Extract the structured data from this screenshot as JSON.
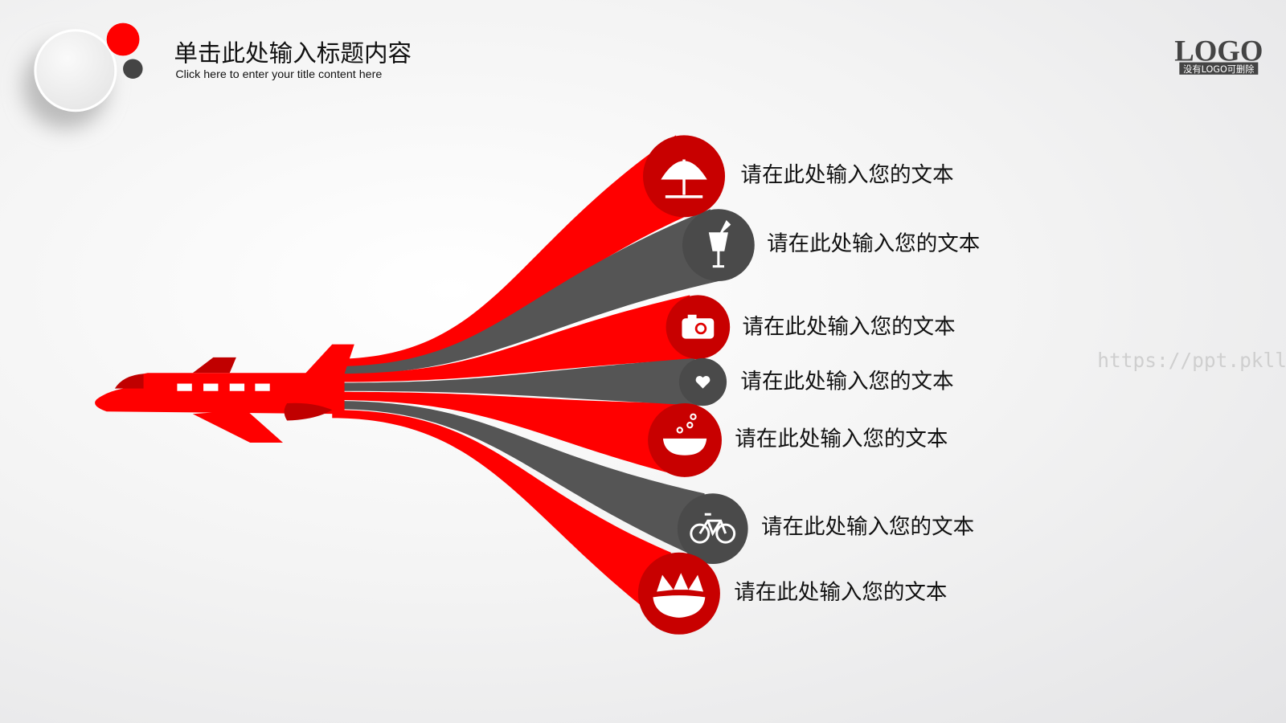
{
  "header": {
    "title": "单击此处输入标题内容",
    "subtitle": "Click here to enter your title content here"
  },
  "logo": {
    "text": "LOGO",
    "caption": "没有LOGO可删除"
  },
  "watermark": "https://ppt.pkll.de",
  "colors": {
    "red": "#e00000",
    "dark_red": "#c00000",
    "grey": "#555555",
    "plane": "#ff0000"
  },
  "items": [
    {
      "icon": "umbrella-icon",
      "color": "red",
      "label": "请在此处输入您的文本"
    },
    {
      "icon": "cocktail-icon",
      "color": "grey",
      "label": "请在此处输入您的文本"
    },
    {
      "icon": "camera-icon",
      "color": "red",
      "label": "请在此处输入您的文本"
    },
    {
      "icon": "heart-icon",
      "color": "grey",
      "label": "请在此处输入您的文本"
    },
    {
      "icon": "bathtub-icon",
      "color": "red",
      "label": "请在此处输入您的文本"
    },
    {
      "icon": "bicycle-icon",
      "color": "grey",
      "label": "请在此处输入您的文本"
    },
    {
      "icon": "food-bowl-icon",
      "color": "red",
      "label": "请在此处输入您的文本"
    }
  ]
}
